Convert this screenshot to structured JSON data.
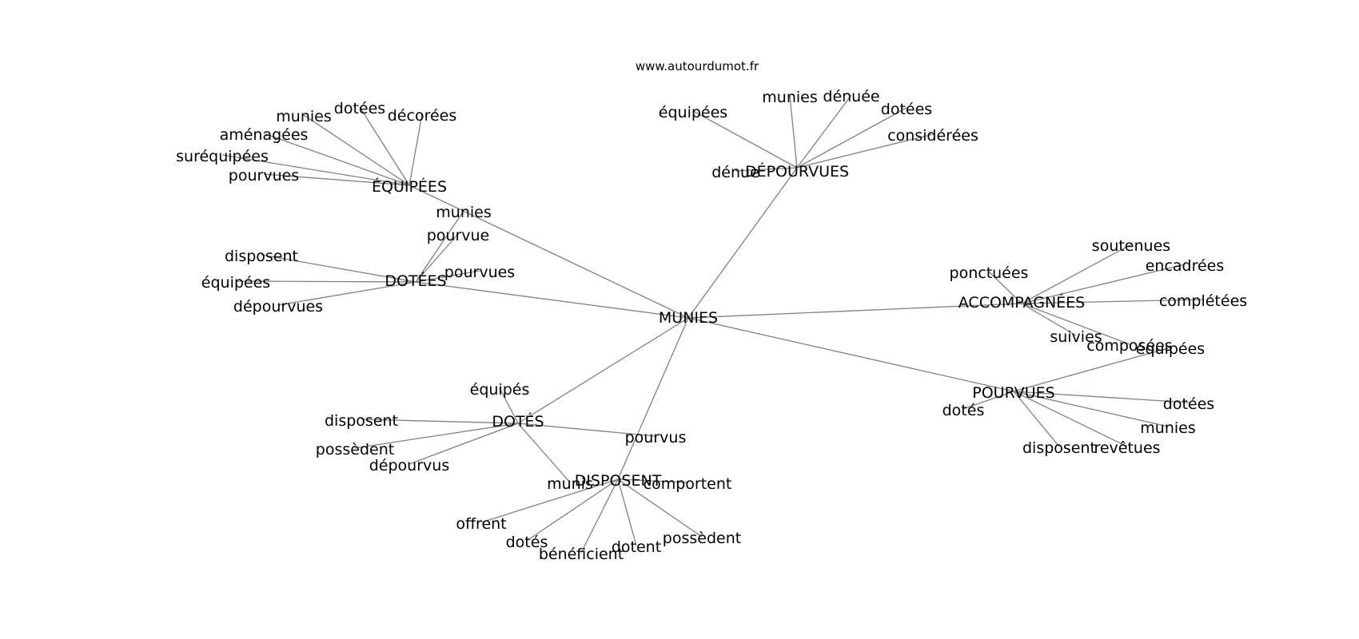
{
  "source": "www.autourdumot.fr",
  "graph": {
    "center": "MUNIES",
    "clusters": [
      {
        "hub": "ÉQUIPÉES",
        "leaves": [
          "munies",
          "dotées",
          "décorées",
          "aménagées",
          "suréquipées",
          "pourvues"
        ]
      },
      {
        "hub": "DÉPOURVUES",
        "leaves": [
          "équipées",
          "munies",
          "dénuée",
          "dotées",
          "considérées",
          "dénue"
        ]
      },
      {
        "hub": "DOTÉES",
        "leaves": [
          "munies",
          "pourvue",
          "pourvues",
          "disposent",
          "équipées",
          "dépourvues"
        ]
      },
      {
        "hub": "ACCOMPAGNÉES",
        "leaves": [
          "soutenues",
          "encadrées",
          "ponctuées",
          "complétées",
          "suivies",
          "composées"
        ]
      },
      {
        "hub": "POURVUES",
        "leaves": [
          "équipées",
          "dotées",
          "dotés",
          "munies",
          "disposent",
          "revêtues"
        ]
      },
      {
        "hub": "DOTÉS",
        "leaves": [
          "équipés",
          "disposent",
          "possèdent",
          "dépourvus",
          "pourvus",
          "munis"
        ]
      },
      {
        "hub": "DISPOSENT",
        "leaves": [
          "comportent",
          "offrent",
          "dotés",
          "bénéficient",
          "dotent",
          "possèdent"
        ]
      }
    ]
  }
}
